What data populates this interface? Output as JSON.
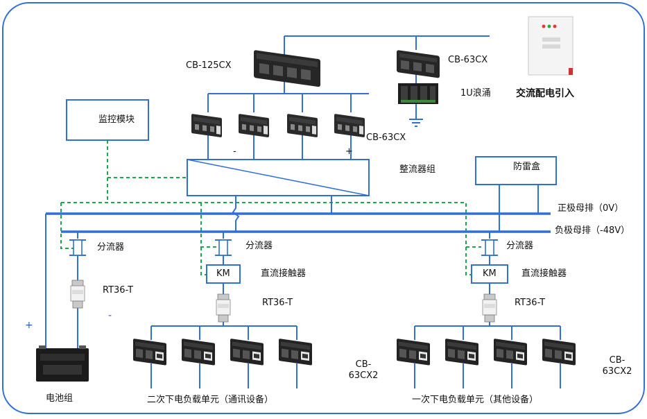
{
  "labels": {
    "cb125cx": "CB-125CX",
    "cb63cx_top": "CB-63CX",
    "cb63cx_mid": "CB-63CX",
    "ac_input": "交流配电引入",
    "lightning_1u": "1U浪涌",
    "monitor_module": "监控模块",
    "surge_box": "防雷盒",
    "rectifier_group": "整流器组",
    "positive_busbar": "正极母排（0V）",
    "negative_busbar": "负极母排（-48V）",
    "shunt_left": "分流器",
    "shunt_mid": "分流器",
    "shunt_right": "分流器",
    "km_mid": "KM",
    "km_right": "KM",
    "contactor_mid": "直流接触器",
    "contactor_right": "直流接触器",
    "rt36_left": "RT36-T",
    "rt36_mid": "RT36-T",
    "rt36_right": "RT36-T",
    "battery": "电池组",
    "plus_sign": "+",
    "minus_sign": "-",
    "rect_minus": "-",
    "rect_plus": "+",
    "cb63cx2_mid": "CB-63CX2",
    "cb63cx2_right": "CB-63CX2",
    "load2": "二次下电负载单元（通讯设备）",
    "load1": "一次下电负载单元（其他设备）"
  },
  "colors": {
    "frame": "#2f6fd6",
    "bus": "#2f6fd6",
    "dashed": "#1aa84a",
    "breaker": "#222222",
    "text": "#111111"
  },
  "icons": {
    "ground": "ground-icon",
    "breaker": "breaker-icon",
    "fuse": "fuse-icon",
    "battery": "battery-icon",
    "cabinet": "distribution-cabinet-icon"
  }
}
